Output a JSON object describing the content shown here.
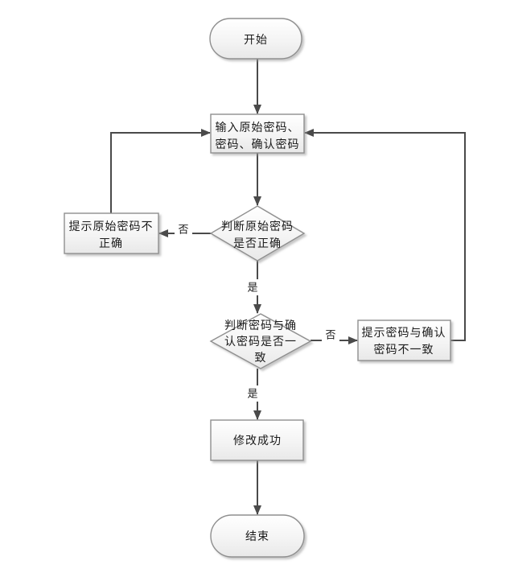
{
  "diagram": {
    "type": "flowchart",
    "nodes": {
      "start": {
        "shape": "terminator",
        "label": "开始"
      },
      "input": {
        "shape": "process",
        "lines": [
          "输入原始密码、",
          "密码、确认密码"
        ]
      },
      "check_original": {
        "shape": "decision",
        "lines": [
          "判断原始密码",
          "是否正确"
        ]
      },
      "prompt_original_incorrect": {
        "shape": "process",
        "lines": [
          "提示原始密码不",
          "正确"
        ]
      },
      "check_match": {
        "shape": "decision",
        "lines": [
          "判断密码与确",
          "认密码是否一",
          "致"
        ]
      },
      "prompt_mismatch": {
        "shape": "process",
        "lines": [
          "提示密码与确认",
          "密码不一致"
        ]
      },
      "success": {
        "shape": "process",
        "label": "修改成功"
      },
      "end": {
        "shape": "terminator",
        "label": "结束"
      }
    },
    "edge_labels": {
      "check_original_no": "否",
      "check_original_yes": "是",
      "check_match_no": "否",
      "check_match_yes": "是"
    },
    "colors": {
      "connector": "#4a4a4a",
      "shape_border": "#8f8f8f",
      "shape_fill_top": "#ffffff",
      "shape_fill_bottom": "#e8e8e8",
      "text": "#1a1a1a",
      "background": "#ffffff"
    }
  }
}
